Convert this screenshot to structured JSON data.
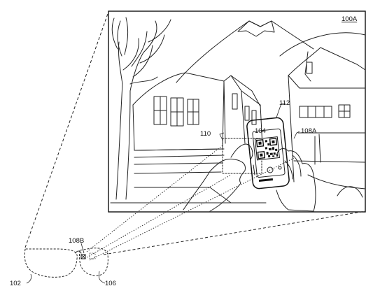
{
  "labels": {
    "scene": "100A",
    "display": "104",
    "qr_code": "112",
    "target_region": "110",
    "gaze_point_scene": "108A",
    "gaze_point_lens": "108B",
    "glasses": "102",
    "camera": "106"
  }
}
